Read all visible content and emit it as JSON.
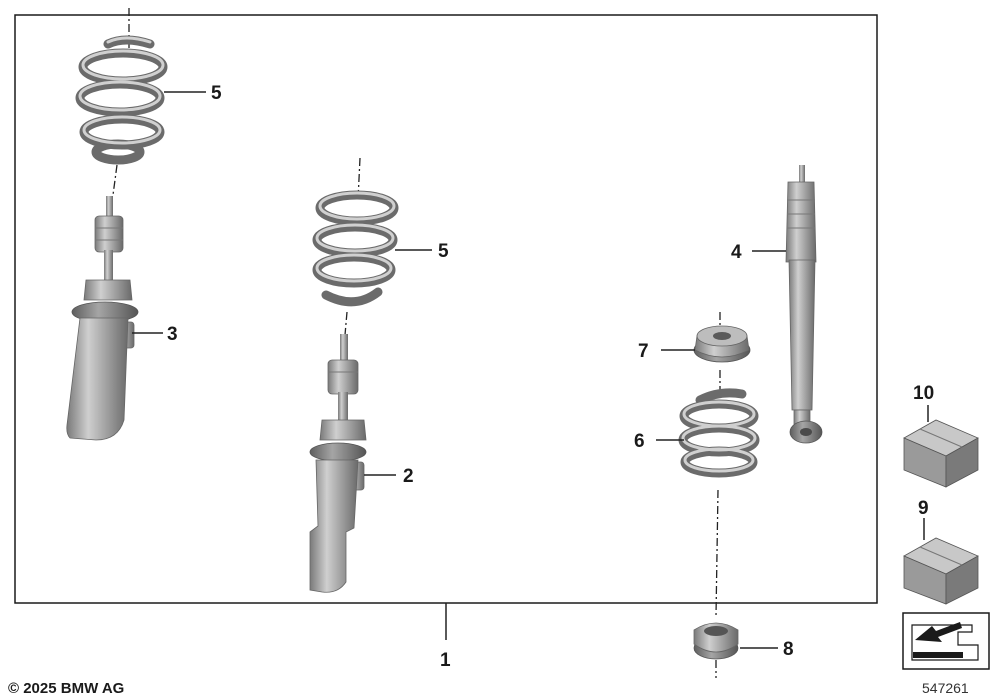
{
  "callouts": {
    "c1": "1",
    "c2": "2",
    "c3": "3",
    "c4": "4",
    "c5a": "5",
    "c5b": "5",
    "c6": "6",
    "c7": "7",
    "c8": "8",
    "c9": "9",
    "c10": "10"
  },
  "footer": {
    "copyright": "© 2025 BMW AG",
    "image_number": "547261"
  },
  "colors": {
    "frame": "#1a1a1a",
    "part_metal": "#9a9a9a",
    "part_shadow": "#6e6e6e",
    "part_highlight": "#d2d2d2"
  }
}
